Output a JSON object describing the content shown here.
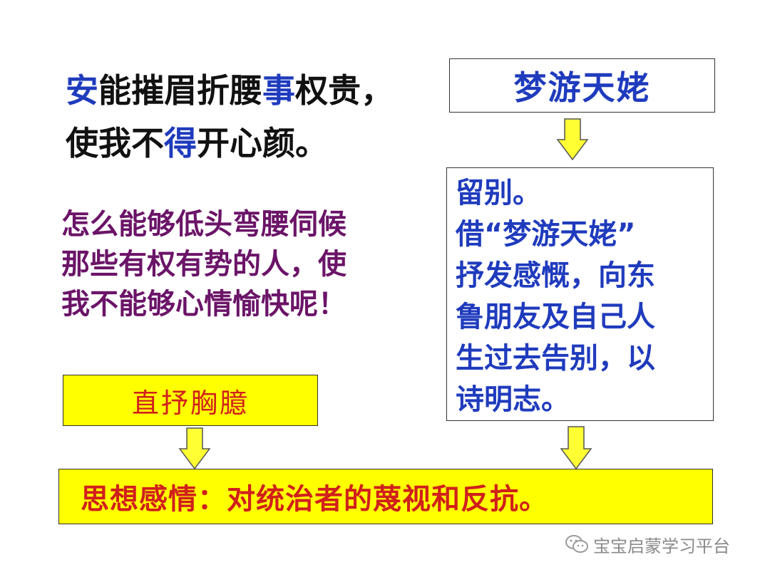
{
  "poem": {
    "line1": [
      {
        "text": "安",
        "blue": true
      },
      {
        "text": "能摧眉折腰",
        "blue": false
      },
      {
        "text": "事",
        "blue": true
      },
      {
        "text": "权贵，",
        "blue": false
      }
    ],
    "line2": [
      {
        "text": "使我不",
        "blue": false
      },
      {
        "text": "得",
        "blue": true
      },
      {
        "text": "开心颜。",
        "blue": false
      }
    ]
  },
  "translation": {
    "lines": [
      "怎么能够低头弯腰伺候",
      "那些有权有势的人，使",
      "我不能够心情愉快呢！"
    ]
  },
  "title_box": {
    "text": "梦游天姥"
  },
  "desc_box": {
    "lines": [
      "留别。",
      "借“梦游天姥”",
      "抒发感慨，向东",
      "鲁朋友及自己人",
      "生过去告别，以",
      "诗明志。"
    ]
  },
  "direct_box": {
    "text": "直抒胸臆"
  },
  "conclusion_box": {
    "text": "思想感情：对统治者的蔑视和反抗。"
  },
  "watermark": {
    "icon": "wechat-icon",
    "text": "宝宝启蒙学习平台"
  },
  "colors": {
    "blue": "#1f3bbd",
    "purple": "#6b1468",
    "red": "#d0201c",
    "yellow": "#ffff00",
    "arrow_yellow": "#ffff33"
  }
}
